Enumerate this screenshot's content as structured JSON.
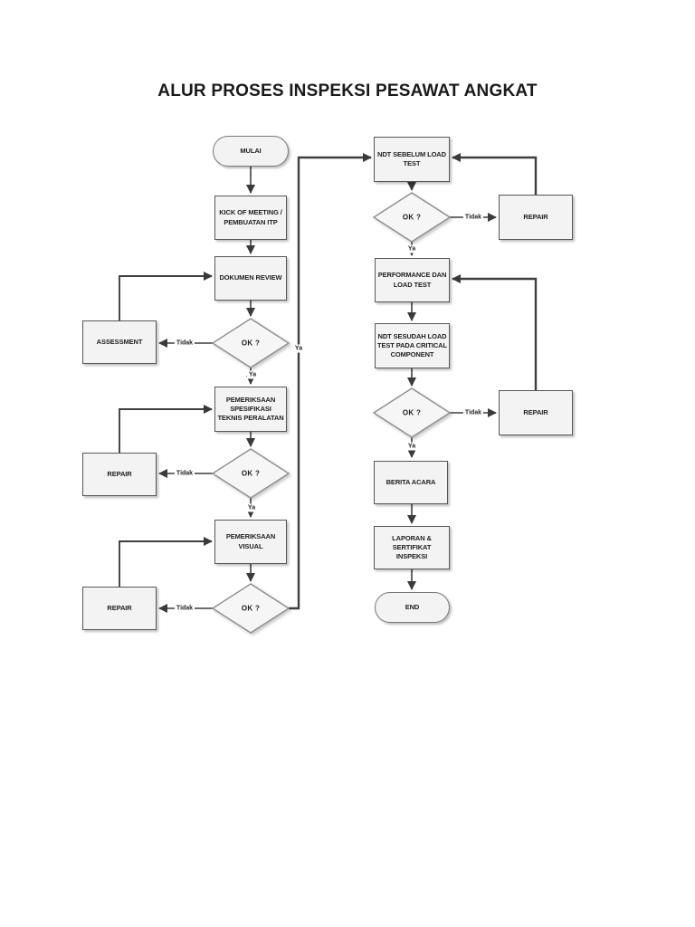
{
  "page": {
    "title": "ALUR PROSES INSPEKSI PESAWAT ANGKAT"
  },
  "diagram": {
    "type": "flowchart",
    "edge_labels": {
      "yes": "Ya",
      "no": "Tidak"
    },
    "nodes": {
      "mulai": {
        "label": "MULAI",
        "shape": "terminator"
      },
      "kick_of_meeting": {
        "label": "KICK OF MEETING / PEMBUATAN ITP",
        "shape": "process"
      },
      "dokumen_review": {
        "label": "DOKUMEN REVIEW",
        "shape": "process"
      },
      "ok1": {
        "label": "OK ?",
        "shape": "decision"
      },
      "assessment": {
        "label": "ASSESSMENT",
        "shape": "process"
      },
      "pemeriksaan_spesifikasi": {
        "label": "PEMERIKSAAN SPESIFIKASI TEKNIS PERALATAN",
        "shape": "process"
      },
      "ok2": {
        "label": "OK ?",
        "shape": "decision"
      },
      "repair_1": {
        "label": "REPAIR",
        "shape": "process"
      },
      "pemeriksaan_visual": {
        "label": "PEMERIKSAAN VISUAL",
        "shape": "process"
      },
      "ok3": {
        "label": "OK ?",
        "shape": "decision"
      },
      "repair_2": {
        "label": "REPAIR",
        "shape": "process"
      },
      "ndt_sebelum_load_test": {
        "label": "NDT SEBELUM LOAD TEST",
        "shape": "process"
      },
      "ok4": {
        "label": "OK ?",
        "shape": "decision"
      },
      "repair_3": {
        "label": "REPAIR",
        "shape": "process"
      },
      "performance_dan_load_test": {
        "label": "PERFORMANCE DAN LOAD TEST",
        "shape": "process"
      },
      "ndt_sesudah_load_test": {
        "label": "NDT SESUDAH LOAD TEST PADA CRITICAL COMPONENT",
        "shape": "process"
      },
      "ok5": {
        "label": "OK ?",
        "shape": "decision"
      },
      "repair_4": {
        "label": "REPAIR",
        "shape": "process"
      },
      "berita_acara": {
        "label": "BERITA ACARA",
        "shape": "process"
      },
      "laporan_sertifikat": {
        "label": "LAPORAN & SERTIFIKAT INSPEKSI",
        "shape": "process"
      },
      "end": {
        "label": "END",
        "shape": "terminator"
      }
    },
    "edges": [
      {
        "from": "mulai",
        "to": "kick_of_meeting"
      },
      {
        "from": "kick_of_meeting",
        "to": "dokumen_review"
      },
      {
        "from": "dokumen_review",
        "to": "ok1"
      },
      {
        "from": "ok1",
        "to": "assessment",
        "label": "Tidak"
      },
      {
        "from": "assessment",
        "to": "dokumen_review"
      },
      {
        "from": "ok1",
        "to": "pemeriksaan_spesifikasi",
        "label": "Ya"
      },
      {
        "from": "pemeriksaan_spesifikasi",
        "to": "ok2"
      },
      {
        "from": "ok2",
        "to": "repair_1",
        "label": "Tidak"
      },
      {
        "from": "repair_1",
        "to": "pemeriksaan_spesifikasi"
      },
      {
        "from": "ok2",
        "to": "pemeriksaan_visual",
        "label": "Ya"
      },
      {
        "from": "pemeriksaan_visual",
        "to": "ok3"
      },
      {
        "from": "ok3",
        "to": "repair_2",
        "label": "Tidak"
      },
      {
        "from": "repair_2",
        "to": "pemeriksaan_visual"
      },
      {
        "from": "ok3",
        "to": "ndt_sebelum_load_test",
        "label": "Ya"
      },
      {
        "from": "ndt_sebelum_load_test",
        "to": "ok4"
      },
      {
        "from": "ok4",
        "to": "repair_3",
        "label": "Tidak"
      },
      {
        "from": "repair_3",
        "to": "ndt_sebelum_load_test"
      },
      {
        "from": "ok4",
        "to": "performance_dan_load_test",
        "label": "Ya"
      },
      {
        "from": "performance_dan_load_test",
        "to": "ndt_sesudah_load_test"
      },
      {
        "from": "ndt_sesudah_load_test",
        "to": "ok5"
      },
      {
        "from": "ok5",
        "to": "repair_4",
        "label": "Tidak"
      },
      {
        "from": "repair_4",
        "to": "performance_dan_load_test"
      },
      {
        "from": "ok5",
        "to": "berita_acara",
        "label": "Ya"
      },
      {
        "from": "berita_acara",
        "to": "laporan_sertifikat"
      },
      {
        "from": "laporan_sertifikat",
        "to": "end"
      }
    ],
    "colors": {
      "page_background": "#ffffff",
      "node_fill": "#f3f3f3",
      "node_border": "#575757",
      "decision_border": "#8f8f8f",
      "line": "#3f3f3f",
      "text": "#1f1f1f"
    }
  }
}
